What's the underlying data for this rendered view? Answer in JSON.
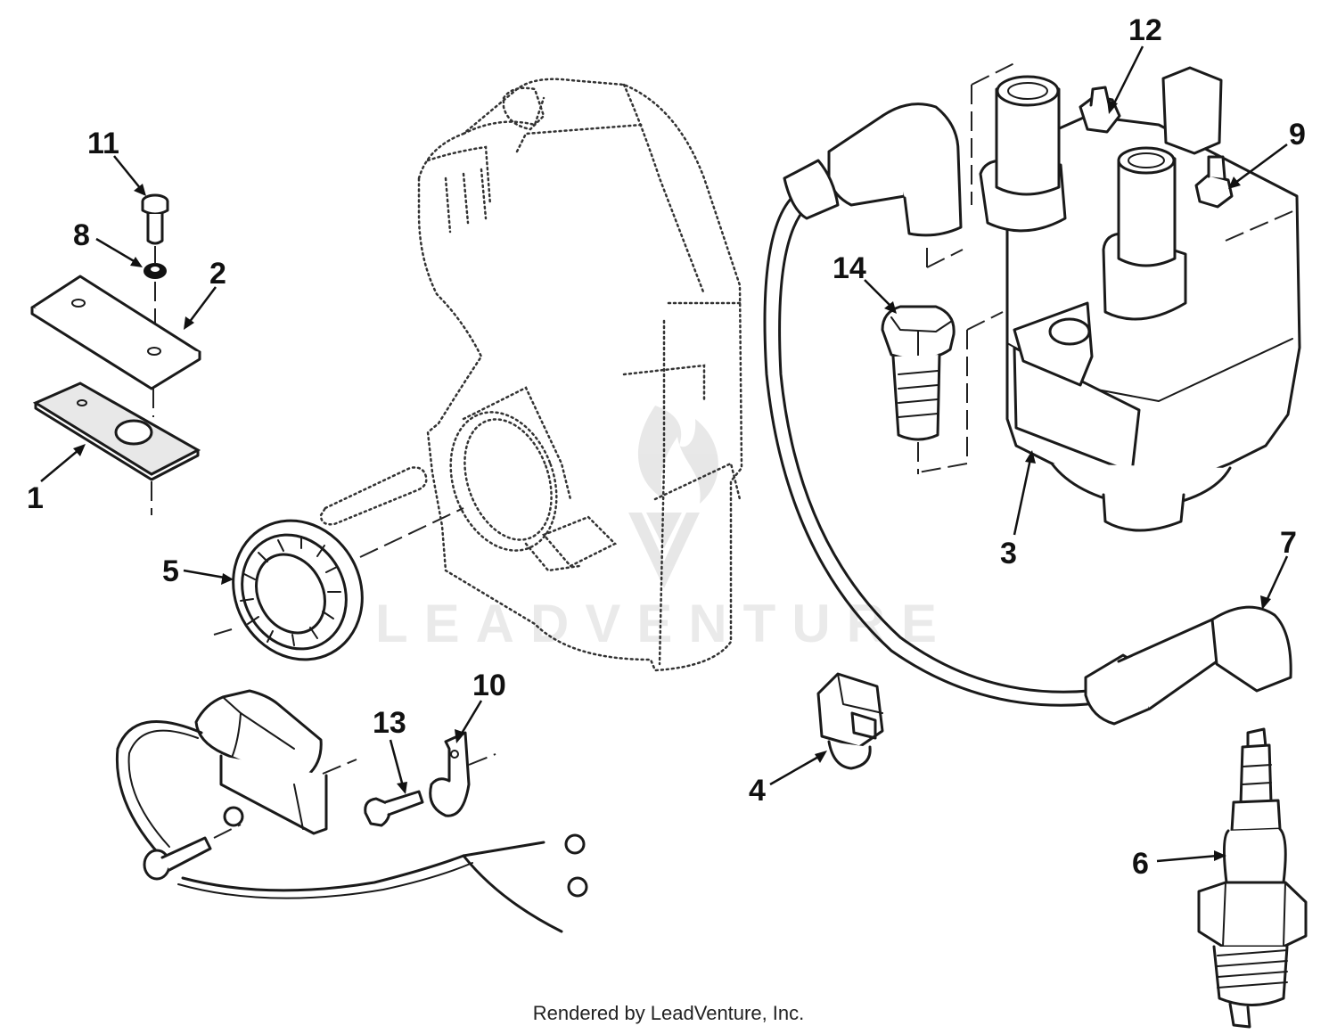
{
  "diagram": {
    "watermark": "LEADVENTURE",
    "callouts": [
      "1",
      "2",
      "3",
      "4",
      "5",
      "6",
      "7",
      "8",
      "9",
      "10",
      "11",
      "12",
      "13",
      "14"
    ]
  },
  "footer": {
    "credit": "Rendered by LeadVenture, Inc."
  },
  "icons": {
    "watermark_logo": "flame-v-logo-icon"
  }
}
